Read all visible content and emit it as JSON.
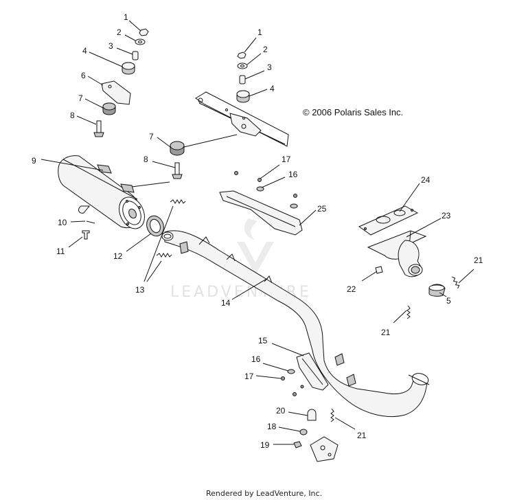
{
  "diagram": {
    "copyright": "© 2006 Polaris Sales Inc.",
    "watermark": "LEADVENTURE",
    "footer": "Rendered by LeadVenture, Inc.",
    "callouts": {
      "c1a": "1",
      "c2a": "2",
      "c3a": "3",
      "c4a": "4",
      "c6": "6",
      "c7a": "7",
      "c8a": "8",
      "c1b": "1",
      "c2b": "2",
      "c3b": "3",
      "c4b": "4",
      "c9": "9",
      "c7b": "7",
      "c8b": "8",
      "c17a": "17",
      "c16a": "16",
      "c25": "25",
      "c24": "24",
      "c23": "23",
      "c10": "10",
      "c11": "11",
      "c12": "12",
      "c13": "13",
      "c14": "14",
      "c22": "22",
      "c21a": "21",
      "c5": "5",
      "c21b": "21",
      "c15": "15",
      "c16b": "16",
      "c17b": "17",
      "c20": "20",
      "c18": "18",
      "c21c": "21",
      "c19": "19"
    }
  }
}
